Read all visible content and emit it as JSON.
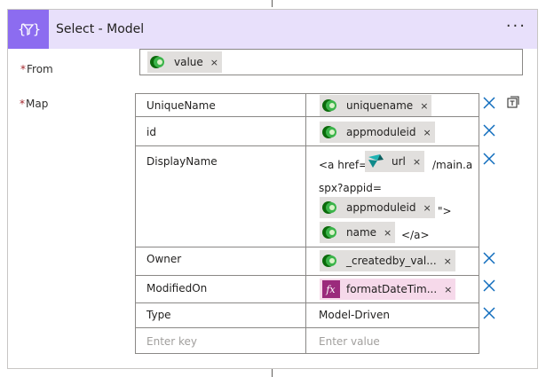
{
  "header": {
    "title": "Select - Model",
    "more": "···",
    "accent_color": "#8c6cf0",
    "header_bg": "#e8e0fb"
  },
  "from": {
    "label": "From",
    "required": "*",
    "token": {
      "label": "value",
      "close": "×",
      "icon": "dataverse-icon"
    }
  },
  "map": {
    "label": "Map",
    "required": "*",
    "rows": [
      {
        "key": "UniqueName",
        "value_token": "uniquename"
      },
      {
        "key": "id",
        "value_token": "appmoduleid"
      },
      {
        "key": "DisplayName",
        "parts": {
          "t1": "<a href=\"",
          "token_url": "url",
          "t2": "/main.a",
          "t3": "spx?appid=",
          "token_app": "appmoduleid",
          "t4": "\">",
          "token_name": "name",
          "t5": "</a>"
        }
      },
      {
        "key": "Owner",
        "value_token": "_createdby_val..."
      },
      {
        "key": "ModifiedOn",
        "value_token": "formatDateTim...",
        "token_kind": "expression"
      },
      {
        "key": "Type",
        "value_text": "Model-Driven"
      }
    ],
    "placeholder_key": "Enter key",
    "placeholder_value": "Enter value"
  },
  "icons": {
    "close": "×",
    "dataverse_colors": [
      "#0b6a0b",
      "#3bb44a",
      "#88d35a"
    ],
    "powerapps_color": "#0f8a8a",
    "delete_color": "#0f6cbd"
  }
}
